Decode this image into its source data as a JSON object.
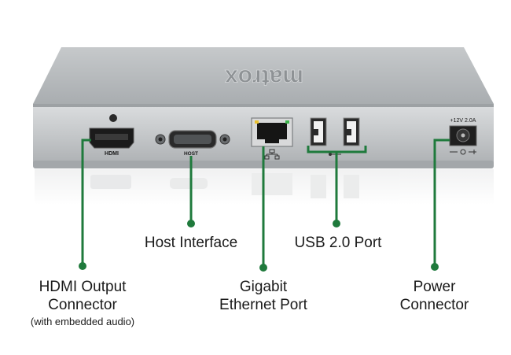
{
  "device": {
    "brand": "matrox",
    "port_marks": {
      "hdmi": "HDMI",
      "host": "HOST",
      "power": "+12V 2.0A"
    }
  },
  "labels": {
    "hdmi_line1": "HDMI Output",
    "hdmi_line2": "Connector",
    "hdmi_note": "(with embedded audio)",
    "host": "Host Interface",
    "ethernet_line1": "Gigabit",
    "ethernet_line2": "Ethernet Port",
    "usb": "USB 2.0 Port",
    "power_line1": "Power",
    "power_line2": "Connector"
  },
  "colors": {
    "callout_green": "#1f7a3c",
    "chassis_silver": "#b9bcbf",
    "chassis_face": "#c9ccce",
    "label_text": "#1a1a1a"
  }
}
